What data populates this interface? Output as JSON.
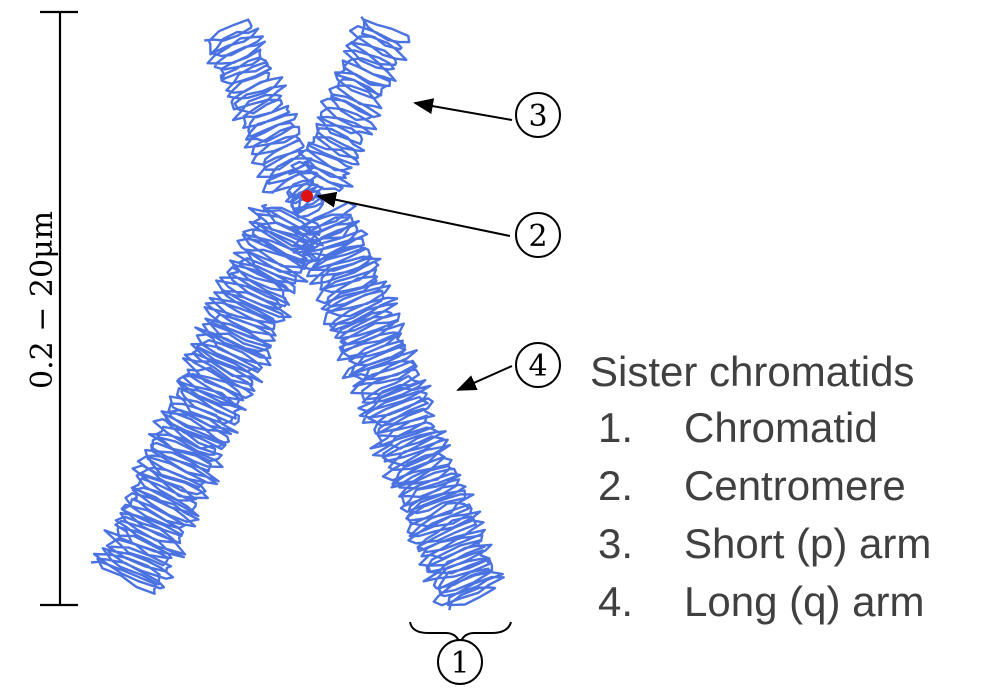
{
  "scale": {
    "label": "0.2 − 20μm"
  },
  "colors": {
    "chromatin": "#4a72e0",
    "centromere": "#e01010",
    "ink": "#000000",
    "legend_text": "#404040"
  },
  "callouts": [
    {
      "number": "1",
      "target": "chromatid"
    },
    {
      "number": "2",
      "target": "centromere"
    },
    {
      "number": "3",
      "target": "short-arm"
    },
    {
      "number": "4",
      "target": "long-arm"
    }
  ],
  "legend": {
    "title": "Sister chromatids",
    "items": [
      {
        "number": "1.",
        "label": "Chromatid"
      },
      {
        "number": "2.",
        "label": "Centromere"
      },
      {
        "number": "3.",
        "label": "Short (p) arm"
      },
      {
        "number": "4.",
        "label": "Long (q) arm"
      }
    ]
  }
}
